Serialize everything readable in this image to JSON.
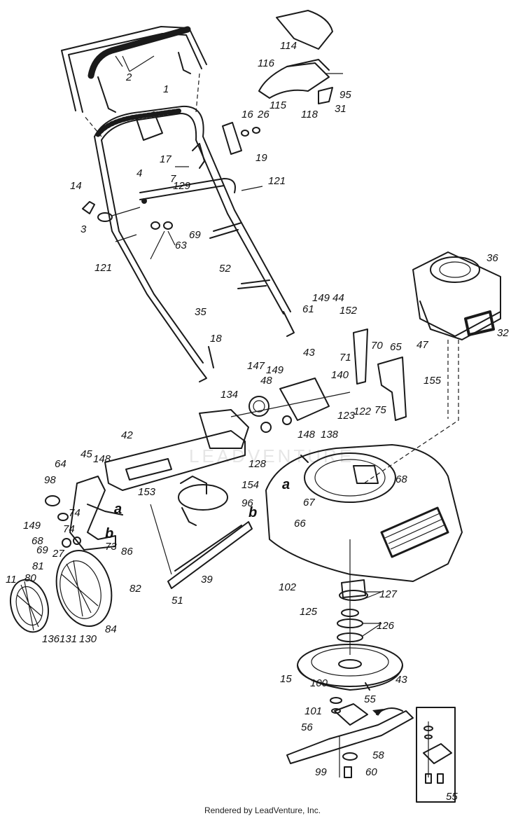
{
  "part_labels": [
    "1",
    "2",
    "3",
    "4",
    "7",
    "11",
    "14",
    "15",
    "16",
    "17",
    "18",
    "19",
    "26",
    "27",
    "31",
    "32",
    "35",
    "36",
    "39",
    "42",
    "43",
    "43",
    "44",
    "45",
    "47",
    "48",
    "51",
    "52",
    "55",
    "55",
    "56",
    "58",
    "60",
    "61",
    "63",
    "64",
    "65",
    "66",
    "67",
    "68",
    "68",
    "69",
    "69",
    "70",
    "71",
    "73",
    "74",
    "74",
    "75",
    "80",
    "81",
    "82",
    "84",
    "86",
    "95",
    "96",
    "98",
    "99",
    "100",
    "101",
    "102",
    "114",
    "115",
    "116",
    "118",
    "121",
    "121",
    "122",
    "123",
    "125",
    "126",
    "127",
    "128",
    "129",
    "130",
    "131",
    "134",
    "136",
    "138",
    "140",
    "147",
    "148",
    "148",
    "149",
    "149",
    "149",
    "152",
    "153",
    "154",
    "155"
  ],
  "callouts": [
    "a",
    "b",
    "a",
    "b"
  ],
  "watermark": "LEADVENTURE",
  "footer": "Rendered by LeadVenture, Inc."
}
